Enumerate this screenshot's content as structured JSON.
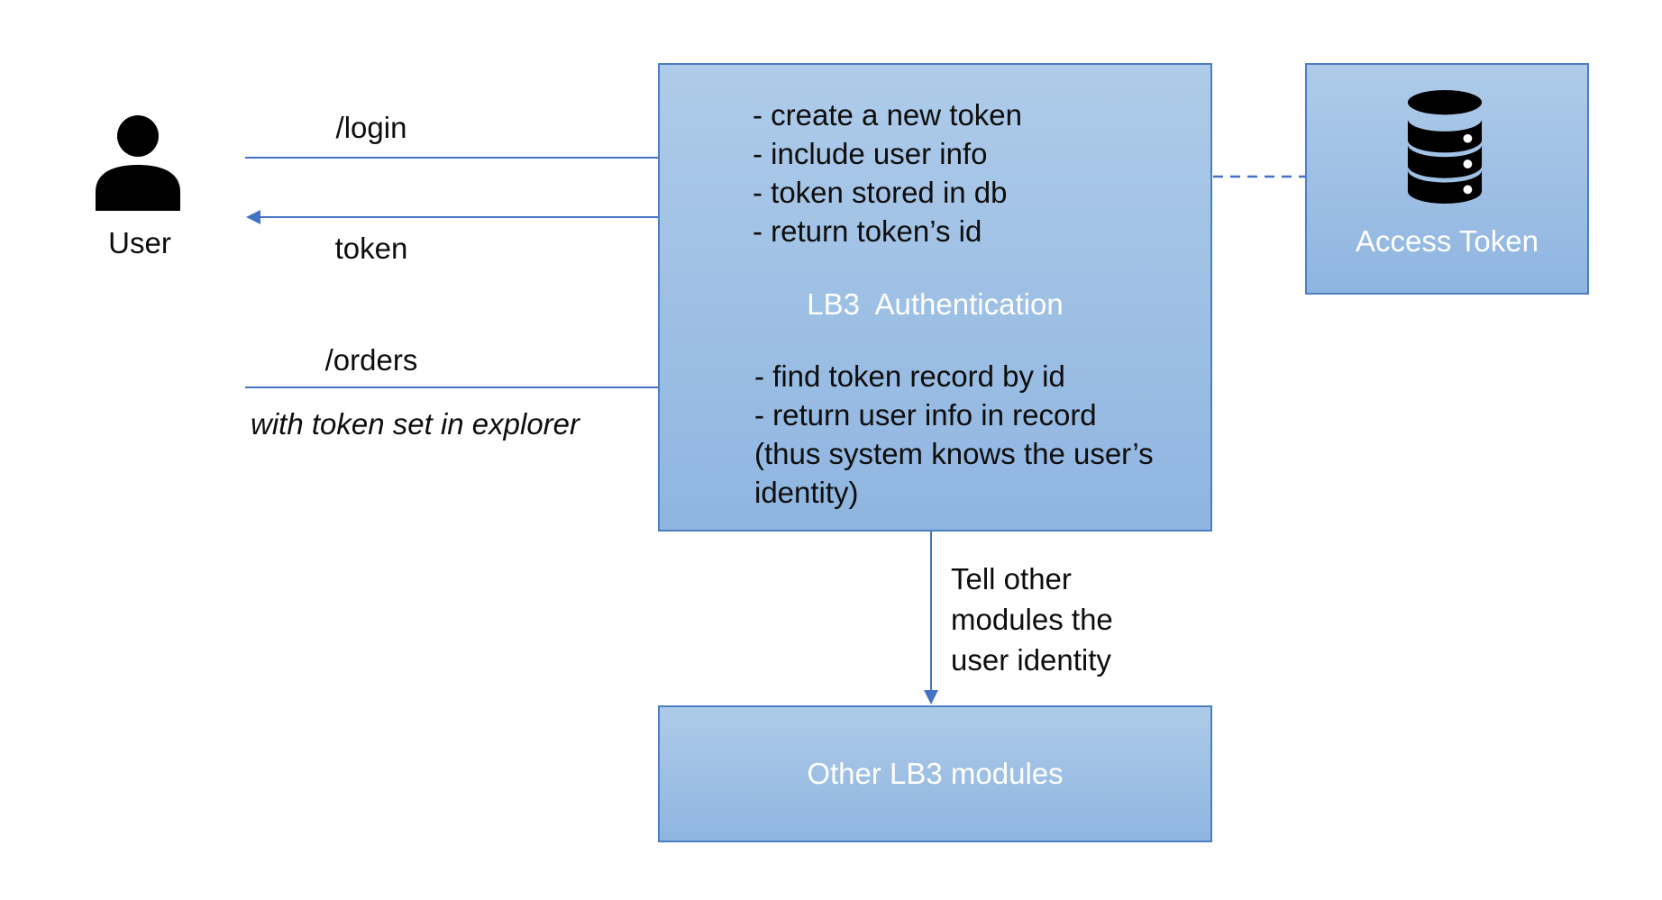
{
  "colors": {
    "accent": "#4472C4",
    "box_fill_top": "#AECBE9",
    "box_fill_bottom": "#8FB5E0",
    "box_border": "#4A7FC1",
    "text": "#0d0d0d",
    "title_text": "#FFFFFF"
  },
  "user": {
    "label": "User"
  },
  "request_labels": {
    "login": "/login",
    "token": "token",
    "orders": "/orders",
    "orders_note": "with token set in explorer"
  },
  "auth_box": {
    "title": "LB3  Authentication",
    "login_steps": [
      "- create a new token",
      "- include user info",
      "- token stored in db",
      "- return token’s id"
    ],
    "orders_steps": [
      "- find token record by id",
      "- return user info in record",
      "(thus system knows the user’s",
      "identity)"
    ]
  },
  "access_box": {
    "label": "Access Token"
  },
  "modules_box": {
    "label": "Other LB3 modules"
  },
  "tell_note": {
    "lines": [
      "Tell other",
      "modules the",
      "user identity"
    ]
  }
}
